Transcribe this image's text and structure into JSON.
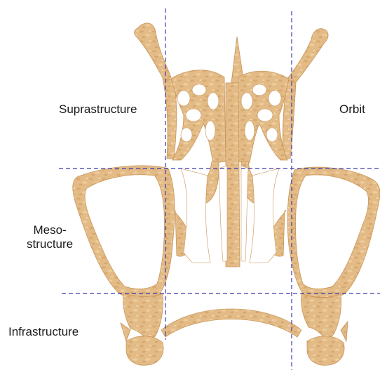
{
  "labels": {
    "suprastructure": "Suprastructure",
    "orbit": "Orbit",
    "mesostructure_line1": "Meso-",
    "mesostructure_line2": "structure",
    "infrastructure": "Infrastructure"
  },
  "colors": {
    "bone_fill": "#e3bb86",
    "bone_dark": "#c99458",
    "bone_light": "#f0d3a8",
    "guide_line": "#3a3ab0"
  }
}
